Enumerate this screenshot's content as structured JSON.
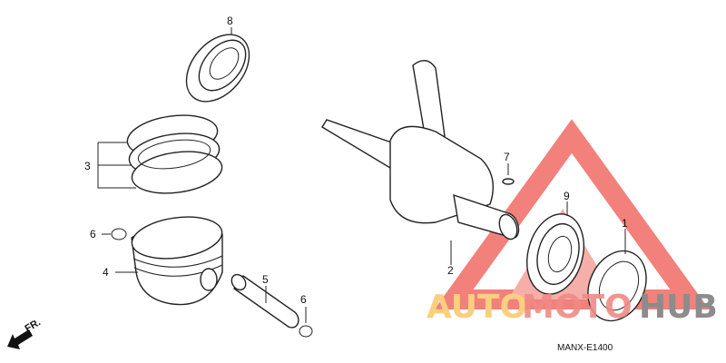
{
  "diagram": {
    "code": "MANX-E1400",
    "front_marker": "FR.",
    "callouts": [
      {
        "id": "8",
        "part": "bearing-top"
      },
      {
        "id": "3",
        "part": "piston-rings"
      },
      {
        "id": "6",
        "part": "piston-pin-clip"
      },
      {
        "id": "4",
        "part": "piston"
      },
      {
        "id": "5",
        "part": "piston-pin"
      },
      {
        "id": "6",
        "part": "piston-pin-clip"
      },
      {
        "id": "2",
        "part": "crankshaft"
      },
      {
        "id": "7",
        "part": "key"
      },
      {
        "id": "9",
        "part": "bearing-right"
      },
      {
        "id": "1",
        "part": "oil-seal"
      }
    ]
  },
  "watermark": {
    "text_auto": "AUTO",
    "text_moto": "MOTO",
    "text_hub": "HUB",
    "colors": {
      "auto": "#f9cf80",
      "moto": "#f08a84",
      "hub": "#8c8c8c",
      "triangle": "#f06a64"
    }
  }
}
